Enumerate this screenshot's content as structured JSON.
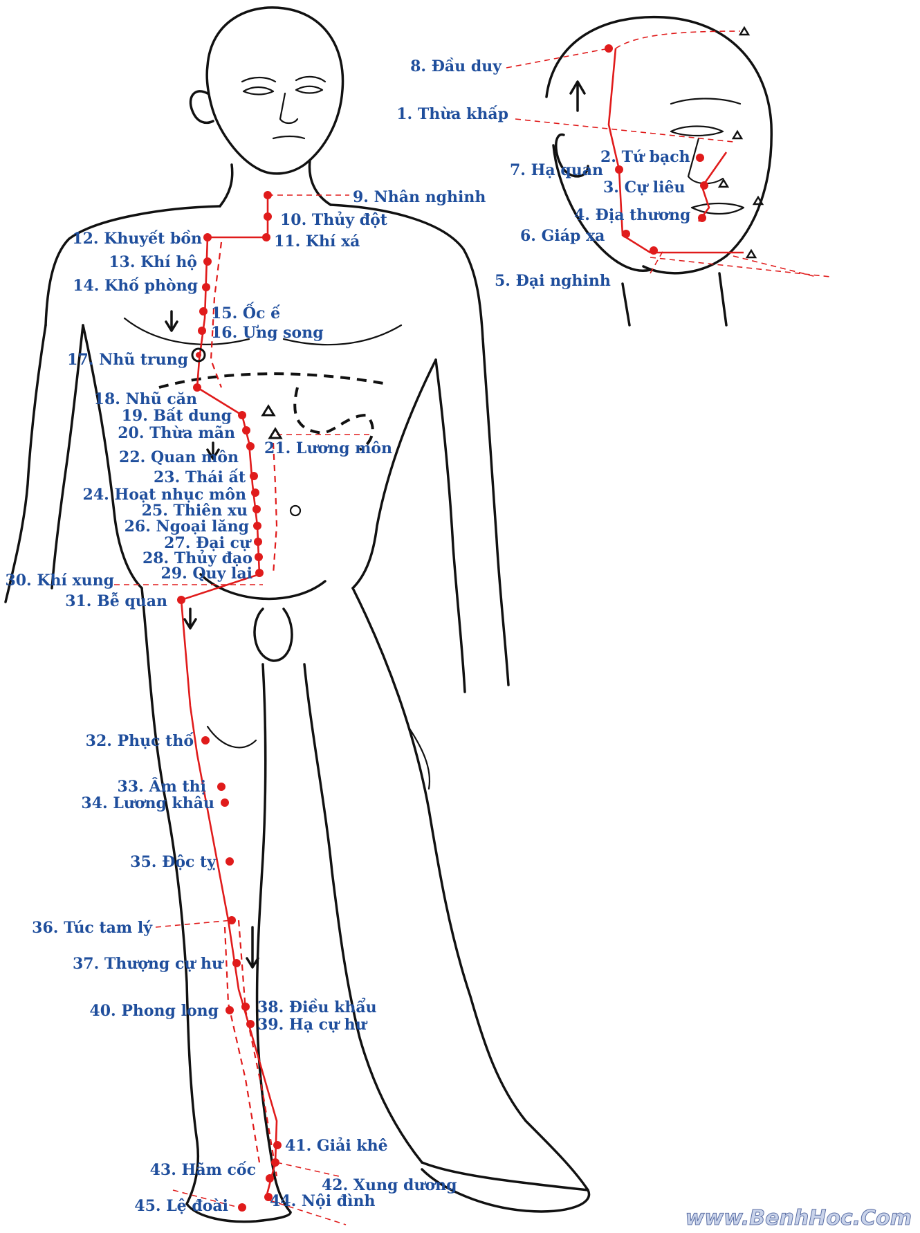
{
  "points": [
    {
      "id": "p1",
      "text": "1. Thừa khấp"
    },
    {
      "id": "p2",
      "text": "2. Tứ bạch"
    },
    {
      "id": "p3",
      "text": "3. Cự liêu"
    },
    {
      "id": "p4",
      "text": "4. Địa thương"
    },
    {
      "id": "p5",
      "text": "5. Đại nghinh"
    },
    {
      "id": "p6",
      "text": "6. Giáp xa"
    },
    {
      "id": "p7",
      "text": "7. Hạ quan"
    },
    {
      "id": "p8",
      "text": "8. Đầu duy"
    },
    {
      "id": "p9",
      "text": "9. Nhân nghinh"
    },
    {
      "id": "p10",
      "text": "10. Thủy đột"
    },
    {
      "id": "p11",
      "text": "11. Khí xá"
    },
    {
      "id": "p12",
      "text": "12. Khuyết bồn"
    },
    {
      "id": "p13",
      "text": "13. Khí hộ"
    },
    {
      "id": "p14",
      "text": "14. Khố phòng"
    },
    {
      "id": "p15",
      "text": "15. Ốc ế"
    },
    {
      "id": "p16",
      "text": "16. Ưng song"
    },
    {
      "id": "p17",
      "text": "17. Nhũ trung"
    },
    {
      "id": "p18",
      "text": "18. Nhũ căn"
    },
    {
      "id": "p19",
      "text": "19. Bất dung"
    },
    {
      "id": "p20",
      "text": "20. Thừa mãn"
    },
    {
      "id": "p21",
      "text": "21. Lương môn"
    },
    {
      "id": "p22",
      "text": "22. Quan môn"
    },
    {
      "id": "p23",
      "text": "23. Thái ất"
    },
    {
      "id": "p24",
      "text": "24. Hoạt nhục môn"
    },
    {
      "id": "p25",
      "text": "25. Thiên xu"
    },
    {
      "id": "p26",
      "text": "26. Ngoại lăng"
    },
    {
      "id": "p27",
      "text": "27. Đại cự"
    },
    {
      "id": "p28",
      "text": "28. Thủy đạo"
    },
    {
      "id": "p29",
      "text": "29. Quy lai"
    },
    {
      "id": "p30",
      "text": "30. Khí xung"
    },
    {
      "id": "p31",
      "text": "31. Bễ quan"
    },
    {
      "id": "p32",
      "text": "32. Phục thố"
    },
    {
      "id": "p33",
      "text": "33. Âm thị"
    },
    {
      "id": "p34",
      "text": "34. Lương khâu"
    },
    {
      "id": "p35",
      "text": "35. Độc tỵ"
    },
    {
      "id": "p36",
      "text": "36. Túc tam lý"
    },
    {
      "id": "p37",
      "text": "37. Thượng cự hư"
    },
    {
      "id": "p38",
      "text": "38. Điều khẩu"
    },
    {
      "id": "p39",
      "text": "39. Hạ cự hư"
    },
    {
      "id": "p40",
      "text": "40. Phong long"
    },
    {
      "id": "p41",
      "text": "41. Giải khê"
    },
    {
      "id": "p42",
      "text": "42. Xung dương"
    },
    {
      "id": "p43",
      "text": "43. Hãm cốc"
    },
    {
      "id": "p44",
      "text": "44. Nội đình"
    },
    {
      "id": "p45",
      "text": "45. Lệ đoài"
    }
  ],
  "watermark": "www.BenhHoc.Com",
  "colors": {
    "meridian": "#e01b1b",
    "label": "#1f4e9c",
    "outline": "#111111"
  }
}
